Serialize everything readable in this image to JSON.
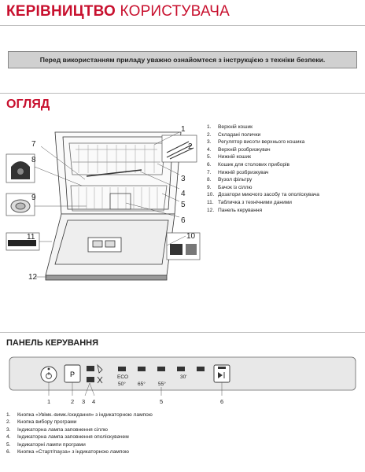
{
  "header": {
    "title_bold": "КЕРІВНИЦТВО",
    "title_light": "КОРИСТУВАЧА"
  },
  "warning": "Перед використанням приладу уважно ознайомтеся з інструкцією з техніки безпеки.",
  "overview": {
    "title": "ОГЛЯД",
    "callouts": [
      "1",
      "2",
      "3",
      "4",
      "5",
      "6",
      "7",
      "8",
      "9",
      "10",
      "11",
      "12"
    ],
    "parts": [
      {
        "num": "1.",
        "label": "Верхній кошик"
      },
      {
        "num": "2.",
        "label": "Складані полички"
      },
      {
        "num": "3.",
        "label": "Регулятор висоти верхнього кошика"
      },
      {
        "num": "4.",
        "label": "Верхній розбризкувач"
      },
      {
        "num": "5.",
        "label": "Нижній кошик"
      },
      {
        "num": "6.",
        "label": "Кошик для столових приборів"
      },
      {
        "num": "7.",
        "label": "Нижній розбризкувач"
      },
      {
        "num": "8.",
        "label": "Вузол фільтру"
      },
      {
        "num": "9.",
        "label": "Бачок із сіллю"
      },
      {
        "num": "10.",
        "label": "Дозатори миючого засобу та ополіскувача"
      },
      {
        "num": "11.",
        "label": "Табличка з технічними даними"
      },
      {
        "num": "12.",
        "label": "Панель керування"
      }
    ]
  },
  "control_panel": {
    "title": "ПАНЕЛЬ КЕРУВАННЯ",
    "program_button": "P",
    "programs": [
      {
        "name": "ECO",
        "temp": "50°"
      },
      {
        "name": "",
        "temp": "65°"
      },
      {
        "name": "",
        "temp": "55°"
      },
      {
        "name": "30'",
        "temp": ""
      }
    ],
    "callouts": [
      "1",
      "2",
      "3",
      "4",
      "5",
      "6"
    ],
    "legend": [
      {
        "num": "1.",
        "label": "Кнопка «Увімк.-вимк./скидання» з індикаторною лампою"
      },
      {
        "num": "2.",
        "label": "Кнопка вибору програми"
      },
      {
        "num": "3.",
        "label": "Індикаторна лампа заповнення сіллю"
      },
      {
        "num": "4.",
        "label": "Індикаторна лампа заповнення ополіскувачем"
      },
      {
        "num": "5.",
        "label": "Індикаторні лампи програми"
      },
      {
        "num": "6.",
        "label": "Кнопка «Старт/пауза» з індикаторною лампою"
      }
    ]
  },
  "colors": {
    "accent": "#c8102e",
    "warning_bg": "#d0d0d0",
    "panel_bg": "#e8e8e8"
  }
}
